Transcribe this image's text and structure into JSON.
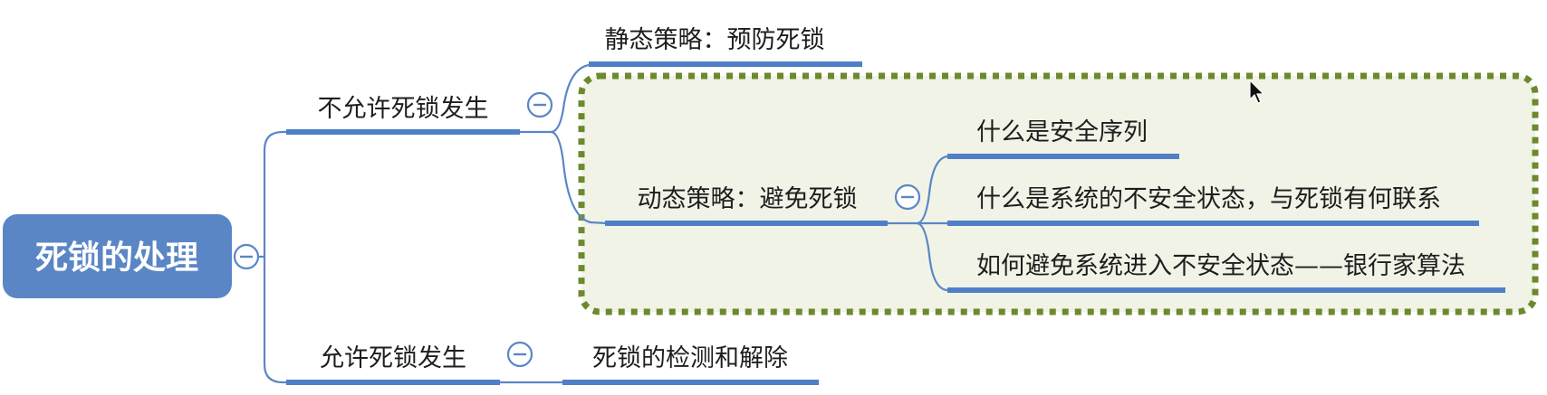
{
  "root": {
    "label": "死锁的处理"
  },
  "branches": {
    "disallow": {
      "label": "不允许死锁发生",
      "static": {
        "label": "静态策略：预防死锁"
      },
      "dynamic": {
        "label": "动态策略：避免死锁",
        "children": [
          "什么是安全序列",
          "什么是系统的不安全状态，与死锁有何联系",
          "如何避免系统进入不安全状态——银行家算法"
        ]
      }
    },
    "allow": {
      "label": "允许死锁发生",
      "child": {
        "label": "死锁的检测和解除"
      }
    }
  },
  "colors": {
    "root_fill": "#5b86c6",
    "branch_line": "#5b86c6",
    "boundary_stroke": "#6b8a2e",
    "boundary_fill": "#f0f3e6"
  },
  "icons": {
    "collapse": "minus-circle-icon",
    "cursor": "mouse-pointer-icon"
  }
}
